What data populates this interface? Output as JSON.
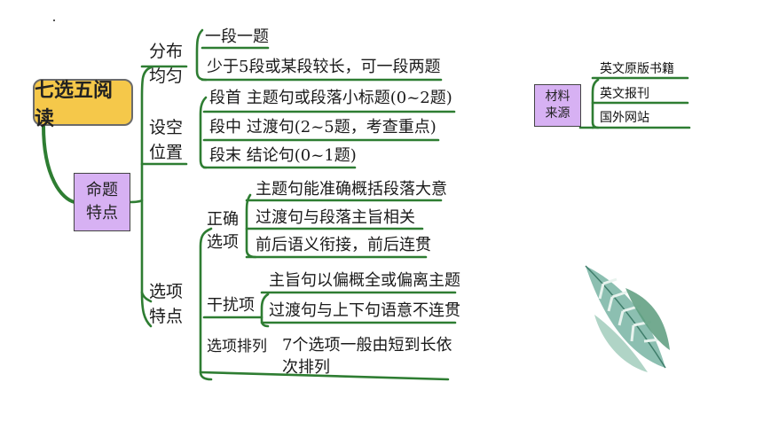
{
  "root": "七选五阅读",
  "main_node": {
    "line1": "命题",
    "line2": "特点"
  },
  "categories": {
    "distribution": {
      "label1": "分布",
      "label2": "均匀",
      "items": [
        "一段一题",
        "少于5段或某段较长，可一段两题"
      ]
    },
    "position": {
      "label1": "设空",
      "label2": "位置",
      "items": [
        "段首  主题句或段落小标题(0~2题)",
        "段中  过渡句(2~5题，考查重点)",
        "段末  结论句(0~1题)"
      ]
    },
    "options": {
      "label1": "选项",
      "label2": "特点",
      "correct": {
        "label1": "正确",
        "label2": "选项",
        "items": [
          "主题句能准确概括段落大意",
          "过渡句与段落主旨相关",
          "前后语义衔接，前后连贯"
        ]
      },
      "distractor": {
        "label": "干扰项",
        "items": [
          "主旨句以偏概全或偏离主题",
          "过渡句与上下句语意不连贯"
        ]
      },
      "arrangement": {
        "label": "选项排列",
        "line1": "7个选项一般由短到长依",
        "line2": "次排列"
      }
    }
  },
  "sources": {
    "line1": "材料",
    "line2": "来源",
    "items": [
      "英文原版书籍",
      "英文报刊",
      "国外网站"
    ]
  },
  "colors": {
    "line": "#2e7d32",
    "root_fill": "#f5c84a",
    "node_fill": "#d7b1f3"
  },
  "decoration": "leaf-illustration"
}
